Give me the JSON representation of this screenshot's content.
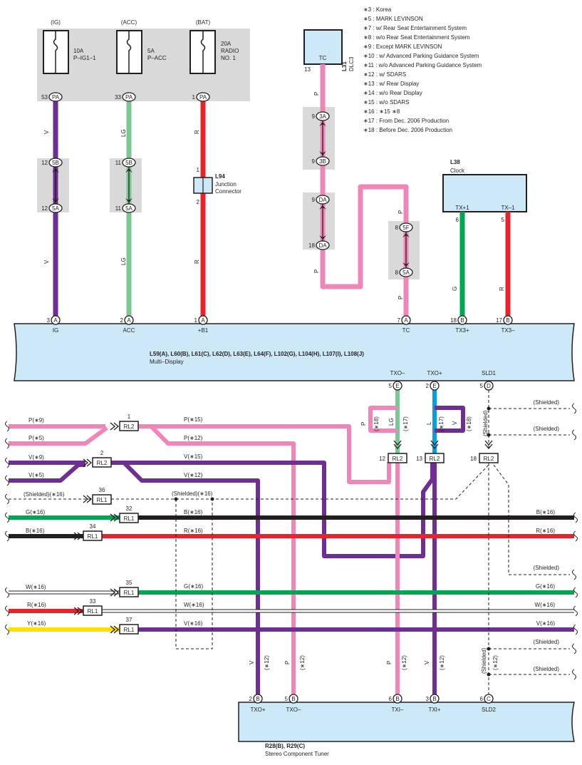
{
  "notes": [
    "∗3 : Korea",
    "∗5 : MARK LEVINSON",
    "∗7 : w/ Rear Seat Entertainment System",
    "∗8 : w/o Rear Seat Entertainment System",
    "∗9 : Except MARK LEVINSON",
    "∗10 : w/ Advanced Parking Guidance System",
    "∗11 : w/o Advanced Parking Guidance System",
    "∗12 : w/ SDARS",
    "∗13 : w/ Rear Display",
    "∗14 : w/o Rear Display",
    "∗15 : w/o SDARS",
    "∗16 : ∗15 ∗8",
    "∗17 : From Dec.  2006 Production",
    "∗18 : Before Dec.  2006 Production"
  ],
  "colors": {
    "violet": "#6f2e91",
    "lightgreen": "#7cc894",
    "red": "#e8232b",
    "pink": "#ef86b7",
    "green": "#00a651",
    "blue": "#00a0e3",
    "black": "#231f20",
    "yellow": "#ffe000",
    "white": "#ffffff",
    "comp_fill": "#cde9f7",
    "grey": "#d9d9d9"
  },
  "fuses": [
    {
      "feed": "(IG)",
      "rating": "10A",
      "name": "P–IG1–1",
      "pin": "53",
      "conn": "PA"
    },
    {
      "feed": "(ACC)",
      "rating": "5A",
      "name": "P–ACC",
      "pin": "33",
      "conn": "PA"
    },
    {
      "feed": "(BAT)",
      "rating": "20A",
      "name": "RADIO NO. 1",
      "pin": "1",
      "conn": "PA"
    }
  ],
  "top_wires": {
    "w1": "V",
    "w2": "LG",
    "w3": "R"
  },
  "junctions": {
    "j1_pins": [
      "12",
      "12"
    ],
    "j1_conns": [
      "5B",
      "5A"
    ],
    "j2_pins": [
      "11",
      "11"
    ],
    "j2_conns": [
      "5B",
      "5A"
    ]
  },
  "l94": {
    "id": "L94",
    "line1": "Junction",
    "line2": "Connector",
    "pin_top": "1",
    "pin_bot": "2"
  },
  "dlc3": {
    "id": "L31",
    "name": "DLC3",
    "term": "TC",
    "pin": "13",
    "wire": "P",
    "j1_pins": [
      "9",
      "9"
    ],
    "j1_conns": [
      "3A",
      "3B"
    ],
    "j2_pins": [
      "9",
      "18"
    ],
    "j2_conns": [
      "DA",
      "DA"
    ]
  },
  "tc_wire": {
    "wire": "P",
    "pins": [
      "8",
      "8"
    ],
    "conns": [
      "5F",
      "5A"
    ]
  },
  "clock": {
    "id": "L38",
    "name": "Clock",
    "term1": "TX+1",
    "term2": "TX–1",
    "pin1": "6",
    "pin2": "5",
    "wire1": "G",
    "wire2": "R"
  },
  "multi_display": {
    "ids": "L59(A), L60(B), L61(C), L62(D), L63(E), L64(F), L102(G), L104(H), L107(I), L108(J)",
    "name": "Multi–Display",
    "top_pins": [
      {
        "pin": "3",
        "conn": "A",
        "label": "IG"
      },
      {
        "pin": "2",
        "conn": "A",
        "label": "ACC"
      },
      {
        "pin": "1",
        "conn": "A",
        "label": "+B1"
      },
      {
        "pin": "7",
        "conn": "A",
        "label": "TC"
      },
      {
        "pin": "18",
        "conn": "B",
        "label": "TX3+"
      },
      {
        "pin": "17",
        "conn": "B",
        "label": "TX3–"
      }
    ],
    "bot_pins": [
      {
        "pin": "5",
        "conn": "E",
        "label": "TXO–"
      },
      {
        "pin": "2",
        "conn": "E",
        "label": "TXO+"
      },
      {
        "pin": "5",
        "conn": "D",
        "label": "SLD1"
      }
    ]
  },
  "mid_wires": {
    "lg": "LG",
    "l": "L",
    "v": "V",
    "p": "P",
    "n17": "(∗17)",
    "n18": "(∗18)",
    "n17b": "(∗17)",
    "n18b": "(∗18)",
    "sh_left": "(Shielded)"
  },
  "rl": {
    "RL2a": "12",
    "RL2b": "13",
    "RL2c": "18",
    "label": "RL2",
    "top1": "1",
    "top2": "2",
    "rl1_36": "36",
    "rl1_32": "32",
    "rl1_34": "34",
    "rl1_35": "35",
    "rl1_33": "33",
    "rl1_37": "37",
    "rl1": "RL1"
  },
  "left_labels": [
    "P(∗9)",
    "P(∗5)",
    "V(∗9)",
    "V(∗5)",
    "(Shielded)(∗16)",
    "G(∗16)",
    "B(∗16)",
    "W(∗16)",
    "R(∗16)",
    "Y(∗16)"
  ],
  "mid_labels": [
    "P(∗15)",
    "P(∗12)",
    "V(∗15)",
    "V(∗12)",
    "(Shielded)(∗16)",
    "B(∗16)",
    "R(∗16)",
    "G(∗16)",
    "W(∗16)",
    "V(∗16)"
  ],
  "right_labels": [
    "(Shielded)",
    "(Shielded)",
    "B(∗16)",
    "R(∗16)",
    "(Shielded)",
    "G(∗16)",
    "W(∗16)",
    "V(∗16)",
    "(Shielded)",
    "(Shielded)"
  ],
  "vert_labels": {
    "v12a": "V",
    "v12a_n": "(∗12)",
    "p12": "P",
    "p12_n": "(∗12)",
    "p12b": "P",
    "p12b_n": "(∗12)",
    "v12b": "V",
    "v12b_n": "(∗12)",
    "sh": "(Shielded)",
    "sh_n": "(∗12)"
  },
  "tuner": {
    "ids": "R28(B), R29(C)",
    "name": "Stereo Component Tuner",
    "pins": [
      {
        "pin": "2",
        "conn": "B",
        "label": "TXO+"
      },
      {
        "pin": "5",
        "conn": "B",
        "label": "TXO–"
      },
      {
        "pin": "6",
        "conn": "B",
        "label": "TXI–"
      },
      {
        "pin": "3",
        "conn": "B",
        "label": "TXI+"
      },
      {
        "pin": "6",
        "conn": "C",
        "label": "SLD2"
      }
    ]
  }
}
